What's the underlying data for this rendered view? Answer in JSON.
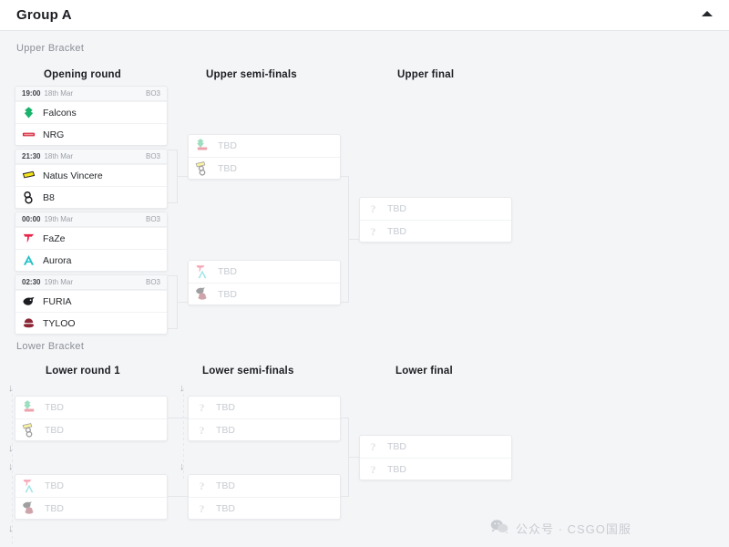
{
  "header": {
    "title": "Group A",
    "collapse_icon": "chevron-up-icon"
  },
  "brackets": {
    "upper_label": "Upper Bracket",
    "lower_label": "Lower Bracket"
  },
  "rounds": {
    "opening": "Opening round",
    "upper_semis": "Upper semi-finals",
    "upper_final": "Upper final",
    "lower_round_1": "Lower round 1",
    "lower_semis": "Lower semi-finals",
    "lower_final": "Lower final"
  },
  "placeholder_team": "TBD",
  "matches": {
    "opening": [
      {
        "time": "19:00",
        "date": "18th Mar",
        "format": "BO3",
        "teams": [
          {
            "name": "Falcons",
            "logo": "falcons-logo"
          },
          {
            "name": "NRG",
            "logo": "nrg-logo"
          }
        ]
      },
      {
        "time": "21:30",
        "date": "18th Mar",
        "format": "BO3",
        "teams": [
          {
            "name": "Natus Vincere",
            "logo": "navi-logo"
          },
          {
            "name": "B8",
            "logo": "b8-logo"
          }
        ]
      },
      {
        "time": "00:00",
        "date": "19th Mar",
        "format": "BO3",
        "teams": [
          {
            "name": "FaZe",
            "logo": "faze-logo"
          },
          {
            "name": "Aurora",
            "logo": "aurora-logo"
          }
        ]
      },
      {
        "time": "02:30",
        "date": "19th Mar",
        "format": "BO3",
        "teams": [
          {
            "name": "FURIA",
            "logo": "furia-logo"
          },
          {
            "name": "TYLOO",
            "logo": "tyloo-logo"
          }
        ]
      }
    ],
    "upper_semis": [
      {
        "teams": [
          {
            "name": "TBD",
            "logo_stack": [
              "falcons-logo",
              "nrg-logo"
            ]
          },
          {
            "name": "TBD",
            "logo_stack": [
              "navi-logo",
              "b8-logo"
            ]
          }
        ]
      },
      {
        "teams": [
          {
            "name": "TBD",
            "logo_stack": [
              "faze-logo",
              "aurora-logo"
            ]
          },
          {
            "name": "TBD",
            "logo_stack": [
              "furia-logo",
              "tyloo-logo"
            ]
          }
        ]
      }
    ],
    "upper_final": [
      {
        "teams": [
          {
            "name": "TBD",
            "logo": "question-icon"
          },
          {
            "name": "TBD",
            "logo": "question-icon"
          }
        ]
      }
    ],
    "lower_round_1": [
      {
        "teams": [
          {
            "name": "TBD",
            "logo_stack": [
              "falcons-logo",
              "nrg-logo"
            ]
          },
          {
            "name": "TBD",
            "logo_stack": [
              "navi-logo",
              "b8-logo"
            ]
          }
        ]
      },
      {
        "teams": [
          {
            "name": "TBD",
            "logo_stack": [
              "faze-logo",
              "aurora-logo"
            ]
          },
          {
            "name": "TBD",
            "logo_stack": [
              "furia-logo",
              "tyloo-logo"
            ]
          }
        ]
      }
    ],
    "lower_semis": [
      {
        "teams": [
          {
            "name": "TBD",
            "logo": "question-icon"
          },
          {
            "name": "TBD",
            "logo": "question-icon"
          }
        ]
      },
      {
        "teams": [
          {
            "name": "TBD",
            "logo": "question-icon"
          },
          {
            "name": "TBD",
            "logo": "question-icon"
          }
        ]
      }
    ],
    "lower_final": [
      {
        "teams": [
          {
            "name": "TBD",
            "logo": "question-icon"
          },
          {
            "name": "TBD",
            "logo": "question-icon"
          }
        ]
      }
    ]
  },
  "drop_arrow_icon": "arrow-down-icon",
  "watermark": {
    "icon": "wechat-icon",
    "text": "公众号 · CSGO国服"
  },
  "colors": {
    "page_bg": "#f4f5f7",
    "card_bg": "#ffffff",
    "border": "#e8eaed",
    "text": "#26282c",
    "muted": "#9aa0a8",
    "tbd": "#c7cbd1",
    "falcons": "#19b36b",
    "nrg": "#d6263a",
    "navi": "#f5e21a",
    "b8": "#1c1d21",
    "faze": "#e8234a",
    "aurora": "#23c3c9",
    "furia": "#1c1d21",
    "tyloo": "#8d2636"
  }
}
